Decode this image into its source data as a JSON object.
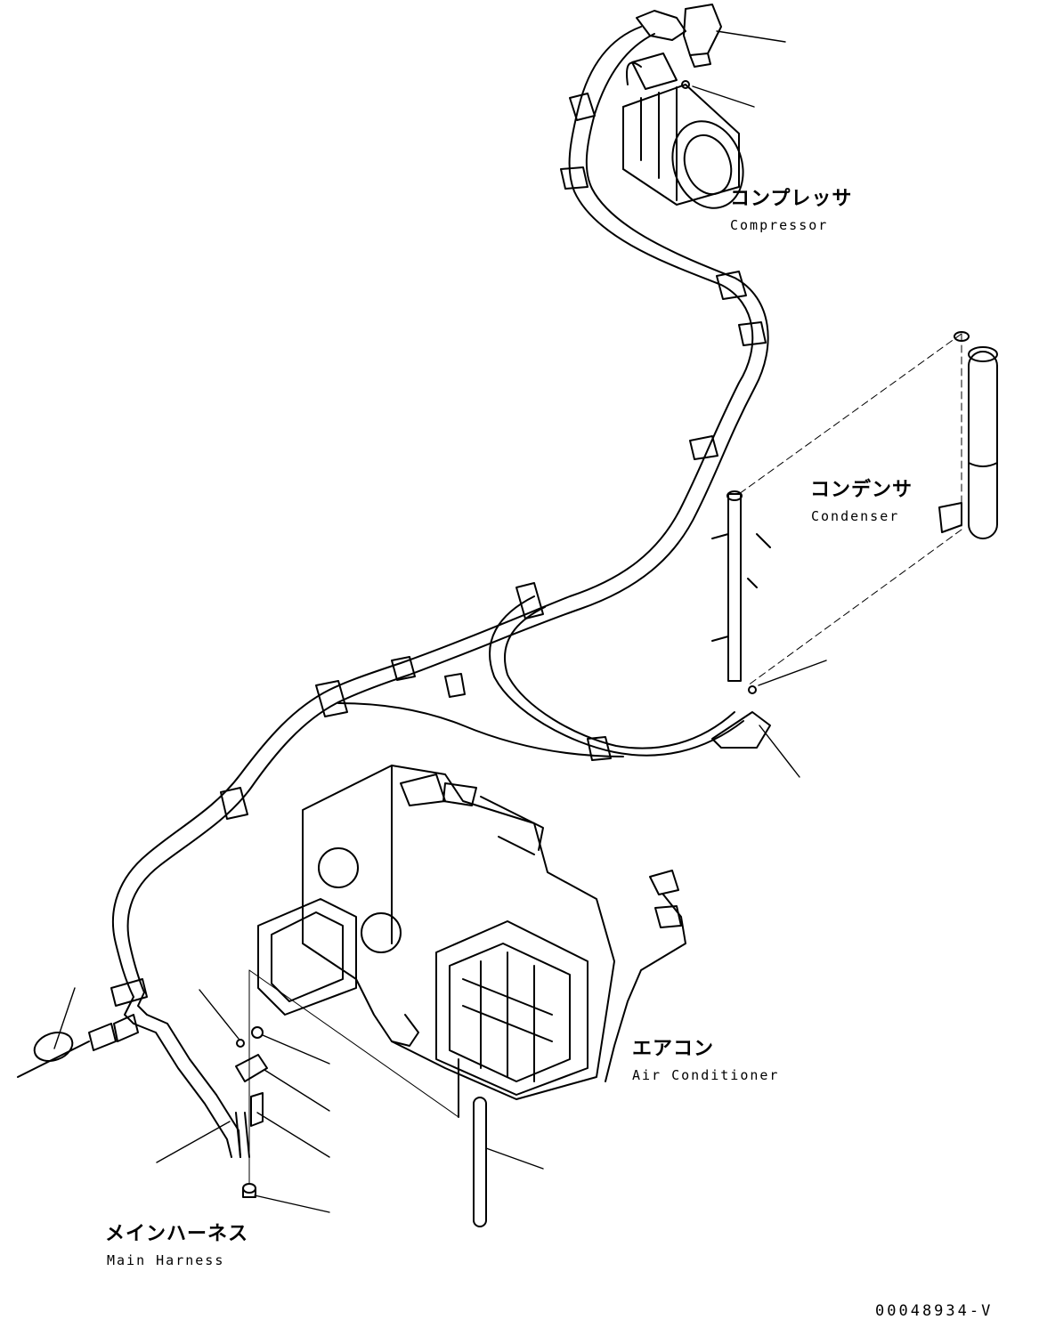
{
  "labels": {
    "compressor": {
      "jp": "コンプレッサ",
      "en": "Compressor"
    },
    "condenser": {
      "jp": "コンデンサ",
      "en": "Condenser"
    },
    "air_conditioner": {
      "jp": "エアコン",
      "en": "Air Conditioner"
    },
    "main_harness": {
      "jp": "メインハーネス",
      "en": "Main Harness"
    }
  },
  "drawing_number": "00048934-V"
}
